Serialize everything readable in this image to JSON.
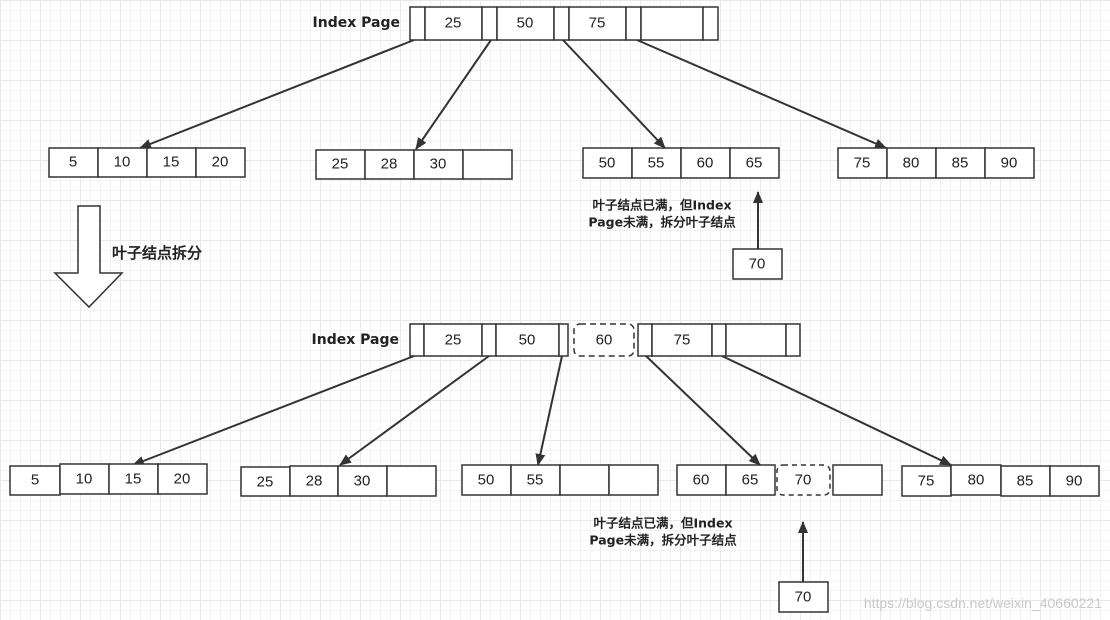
{
  "top": {
    "index_label": "Index Page",
    "index_keys": [
      "25",
      "50",
      "75",
      ""
    ],
    "leaves": [
      [
        "5",
        "10",
        "15",
        "20"
      ],
      [
        "25",
        "28",
        "30",
        ""
      ],
      [
        "50",
        "55",
        "60",
        "65"
      ],
      [
        "75",
        "80",
        "85",
        "90"
      ]
    ],
    "note_line1": "叶子结点已满，但Index",
    "note_line2": "Page未满，拆分叶子结点",
    "insert_key": "70"
  },
  "split_label": "叶子结点拆分",
  "bottom": {
    "index_label": "Index Page",
    "index_keys_left": [
      "25",
      "50"
    ],
    "index_new_key": "60",
    "index_keys_right": [
      "75",
      ""
    ],
    "leaves": [
      [
        "5",
        "10",
        "15",
        "20"
      ],
      [
        "25",
        "28",
        "30",
        ""
      ],
      [
        "50",
        "55",
        "",
        ""
      ],
      [
        "60",
        "65",
        "70",
        ""
      ],
      [
        "75",
        "80",
        "85",
        "90"
      ]
    ],
    "note_line1": "叶子结点已满，但Index",
    "note_line2": "Page未满，拆分叶子结点",
    "insert_key": "70"
  },
  "watermark": "https://blog.csdn.net/weixin_40660221",
  "colors": {
    "stroke": "#333333",
    "text": "#222222",
    "watermark": "#c8c8c8"
  }
}
